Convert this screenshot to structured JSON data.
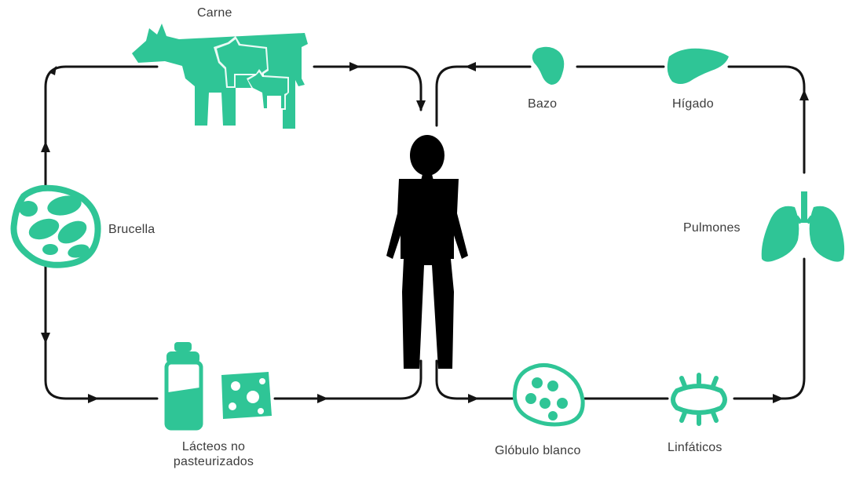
{
  "colors": {
    "accent": "#2fc596",
    "line": "#141414",
    "figure": "#000000",
    "text": "#3c3c3c"
  },
  "labels": {
    "carne": "Carne",
    "brucella": "Brucella",
    "lacteos_line1": "Lácteos no",
    "lacteos_line2": "pasteurizados",
    "bazo": "Bazo",
    "higado": "Hígado",
    "pulmones": "Pulmones",
    "globulo": "Glóbulo blanco",
    "linfaticos": "Linfáticos"
  },
  "icons": [
    "cattle-icon",
    "bacteria-cluster-icon",
    "milk-bottle-icon",
    "cheese-icon",
    "human-figure-icon",
    "spleen-icon",
    "liver-icon",
    "lungs-icon",
    "white-blood-cell-icon",
    "lymph-vessel-icon"
  ]
}
